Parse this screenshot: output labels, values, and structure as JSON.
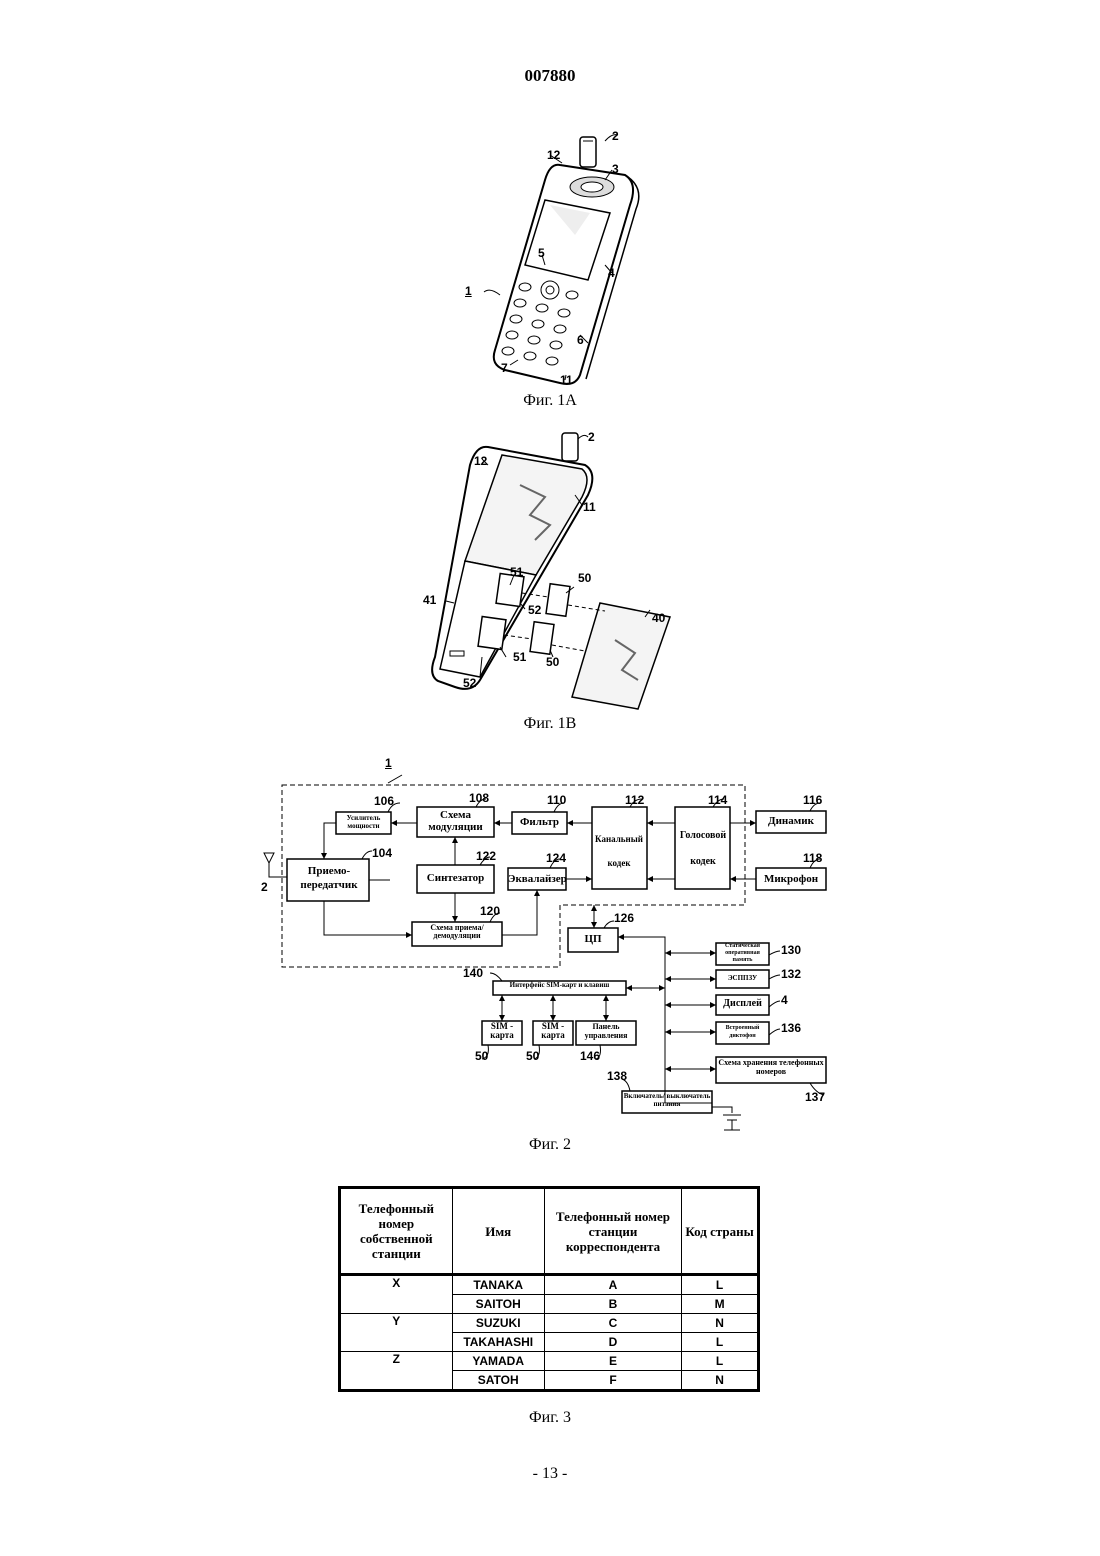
{
  "header": {
    "doc_number": "007880"
  },
  "fig1a": {
    "caption": "Фиг. 1А",
    "labels": [
      "2",
      "12",
      "3",
      "5",
      "4",
      "1",
      "6",
      "7",
      "11"
    ]
  },
  "fig1b": {
    "caption": "Фиг. 1В",
    "labels": [
      "2",
      "12",
      "11",
      "51",
      "50",
      "41",
      "52",
      "40",
      "51",
      "50",
      "52"
    ]
  },
  "fig2": {
    "caption": "Фиг. 2",
    "system_label": "1",
    "antenna_label": "2",
    "blocks": {
      "b106": "Усилитель мощности",
      "b108": "Схема модуляции",
      "b110": "Фильтр",
      "b112": "Канальный кодек",
      "b114": "Голосовой кодек",
      "b116": "Динамик",
      "b104": "Приемо-передатчик",
      "b122": "Синтезатор",
      "b124": "Эквалайзер",
      "b118": "Микрофон",
      "b120": "Схема приема/демодуляции",
      "b126": "ЦП",
      "b130": "Статическая оперативная память",
      "b132": "ЭСППЗУ",
      "b4": "Дисплей",
      "b136": "Встроенный диктофон",
      "b137": "Схема хранения телефонных номеров",
      "b140": "Интерфейс SIM-карт и клавиш",
      "b50a": "SIM - карта",
      "b50b": "SIM - карта",
      "b146": "Панель управления",
      "b138": "Включатель/ выключатель питания"
    },
    "refs": {
      "r106": "106",
      "r108": "108",
      "r110": "110",
      "r112": "112",
      "r114": "114",
      "r116": "116",
      "r104": "104",
      "r122": "122",
      "r124": "124",
      "r118": "118",
      "r120": "120",
      "r126": "126",
      "r130": "130",
      "r132": "132",
      "r4": "4",
      "r136": "136",
      "r137": "137",
      "r140": "140",
      "r50a": "50",
      "r50b": "50",
      "r146": "146",
      "r138": "138"
    }
  },
  "fig3": {
    "caption": "Фиг. 3",
    "columns": [
      "Телефонный номер собственной станции",
      "Имя",
      "Телефонный номер станции корреспондента",
      "Код страны"
    ],
    "rows": [
      {
        "own": "X",
        "name": "TANAKA",
        "station": "A",
        "code": "L"
      },
      {
        "own": "",
        "name": "SAITOH",
        "station": "B",
        "code": "M"
      },
      {
        "own": "Y",
        "name": "SUZUKI",
        "station": "C",
        "code": "N"
      },
      {
        "own": "",
        "name": "TAKAHASHI",
        "station": "D",
        "code": "L"
      },
      {
        "own": "Z",
        "name": "YAMADA",
        "station": "E",
        "code": "L"
      },
      {
        "own": "",
        "name": "SATOH",
        "station": "F",
        "code": "N"
      }
    ]
  },
  "footer": {
    "page_number": "- 13 -"
  }
}
